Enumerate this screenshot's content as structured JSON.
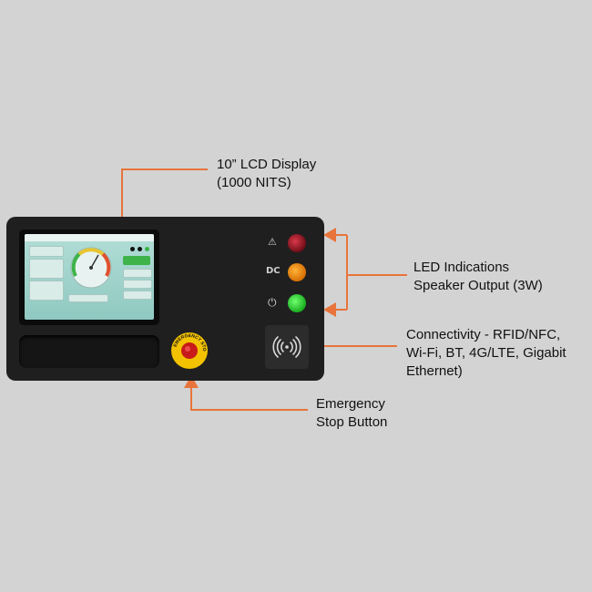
{
  "labels": {
    "lcd": {
      "line1": "10” LCD Display",
      "line2": "(1000 NITS)"
    },
    "led": {
      "line1": "LED Indications",
      "line2": "Speaker Output (3W)"
    },
    "connectivity": {
      "line1": "Connectivity - RFID/NFC,",
      "line2": "Wi-Fi, BT, 4G/LTE, Gigabit",
      "line3": "Ethernet)"
    },
    "estop": {
      "line1": "Emergency",
      "line2": "Stop Button"
    }
  },
  "panel": {
    "led_indicators": [
      {
        "icon": "warning-icon",
        "glyph": "⚠",
        "color": "#b3122a"
      },
      {
        "icon": "dc-icon",
        "glyph": "DC",
        "color": "#ff8c00"
      },
      {
        "icon": "power-icon",
        "glyph": "⏻",
        "color": "#22cc22"
      }
    ],
    "estop_text": "EMERGENCY STOP",
    "nfc_icon": "contactless-icon"
  },
  "colors": {
    "arrow": "#e8743b",
    "background": "#d3d3d3",
    "panel": "#1f1f1f"
  }
}
